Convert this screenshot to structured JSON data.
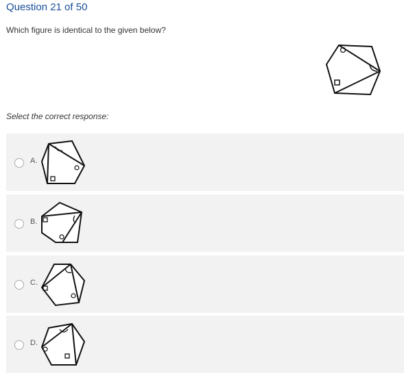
{
  "question": {
    "header": "Question 21 of 50",
    "text": "Which figure is identical to the given below?",
    "prompt": "Select the correct response:"
  },
  "options": [
    {
      "label": "A."
    },
    {
      "label": "B."
    },
    {
      "label": "C."
    },
    {
      "label": "D."
    }
  ],
  "colors": {
    "header": "#1a4f9a",
    "option_bg": "#f2f2f2"
  }
}
